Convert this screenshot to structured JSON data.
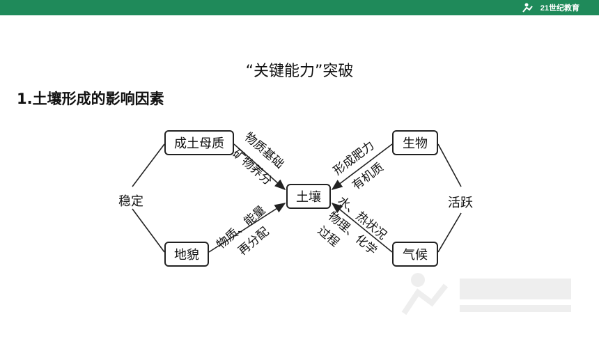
{
  "header": {
    "title": "“关键能力”突破"
  },
  "section": {
    "title": "1.土壤形成的影响因素"
  },
  "logo": {
    "text": "21世纪教育",
    "icon": "runner-logo-icon"
  },
  "diagram": {
    "nodes": {
      "parent_material": "成土母质",
      "topography": "地貌",
      "soil": "土壤",
      "biology": "生物",
      "climate": "气候"
    },
    "side_labels": {
      "left": "稳定",
      "right": "活跃"
    },
    "edge_labels": {
      "parent_material_1": "物质基础",
      "parent_material_2": "矿物养分",
      "topography_1": "物质、能量",
      "topography_2": "再分配",
      "biology_1": "形成肥力",
      "biology_2": "有机质",
      "climate_1": "水、热状况",
      "climate_2": "物理、化学",
      "climate_3": "过程"
    },
    "colors": {
      "line": "#222222",
      "accent": "#1f8a5a"
    }
  }
}
